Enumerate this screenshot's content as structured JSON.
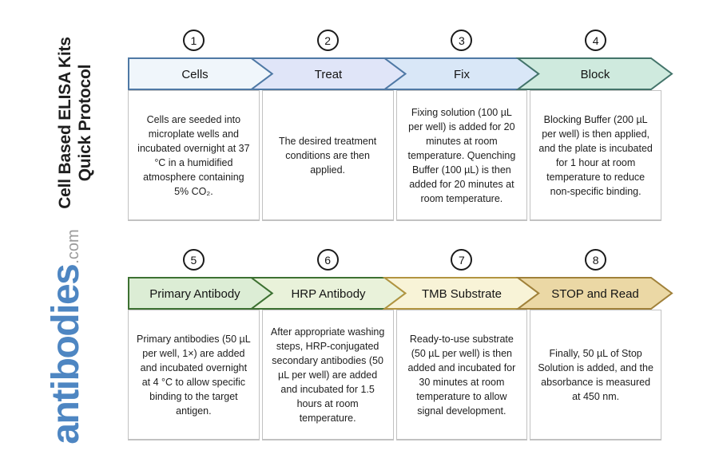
{
  "sidebar": {
    "title_line1": "Cell Based ELISA Kits",
    "title_line2": "Quick Protocol",
    "logo": "antibodies",
    "logo_suffix": ".com",
    "logo_color": "#4e86c2",
    "logo_suffix_color": "#9b9b9b"
  },
  "steps": [
    {
      "num": "1",
      "label": "Cells",
      "fill": "#f0f6fb",
      "stroke": "#4f79a5",
      "desc": "Cells are seeded into microplate wells and incubated overnight at 37 °C in a humidified atmosphere containing 5% CO₂."
    },
    {
      "num": "2",
      "label": "Treat",
      "fill": "#e0e5f8",
      "stroke": "#4f79a5",
      "desc": "The desired treatment conditions are then applied."
    },
    {
      "num": "3",
      "label": "Fix",
      "fill": "#d9e7f7",
      "stroke": "#4f79a5",
      "desc": "Fixing solution (100 µL per well) is added for 20 minutes at room temperature. Quenching Buffer (100 µL) is then added for 20 minutes at room temperature."
    },
    {
      "num": "4",
      "label": "Block",
      "fill": "#cfeade",
      "stroke": "#43746a",
      "desc": "Blocking Buffer (200 µL per well) is then applied, and the plate is incubated for 1 hour at room temperature to reduce non-specific binding."
    },
    {
      "num": "5",
      "label": "Primary Antibody",
      "fill": "#dcedd5",
      "stroke": "#3d7132",
      "desc": "Primary antibodies (50 µL per well, 1×) are added and incubated overnight at 4 °C to allow specific binding to the target antigen."
    },
    {
      "num": "6",
      "label": "HRP Antibody",
      "fill": "#e9f2da",
      "stroke": "#3d7132",
      "desc": "After appropriate washing steps, HRP-conjugated secondary antibodies (50 µL per well) are added and incubated for 1.5 hours at room temperature."
    },
    {
      "num": "7",
      "label": "TMB Substrate",
      "fill": "#f8f3d7",
      "stroke": "#b29440",
      "desc": "Ready-to-use substrate (50 µL per well) is then added and incubated for 30 minutes at room temperature to allow signal development."
    },
    {
      "num": "8",
      "label": "STOP and Read",
      "fill": "#ebd8a5",
      "stroke": "#a0813a",
      "desc": "Finally, 50 µL of Stop Solution is added, and the absorbance is measured at 450 nm."
    }
  ]
}
